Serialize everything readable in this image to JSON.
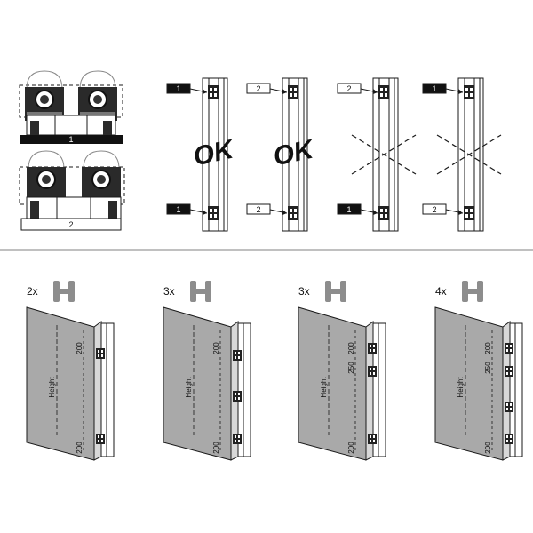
{
  "top": {
    "bar_labels": [
      "1",
      "2"
    ],
    "ok_text": "OK",
    "variants": [
      {
        "top_tag": "1",
        "bottom_tag": "1",
        "top_dark": true,
        "bottom_dark": true,
        "verdict": "ok"
      },
      {
        "top_tag": "2",
        "bottom_tag": "2",
        "top_dark": false,
        "bottom_dark": false,
        "verdict": "ok"
      },
      {
        "top_tag": "2",
        "bottom_tag": "1",
        "top_dark": false,
        "bottom_dark": true,
        "verdict": "wrong"
      },
      {
        "top_tag": "1",
        "bottom_tag": "2",
        "top_dark": true,
        "bottom_dark": false,
        "verdict": "wrong"
      }
    ]
  },
  "bottom": {
    "height_label": "Height",
    "doors": [
      {
        "count_label": "2x",
        "hinges": 2,
        "top_spacing": "200",
        "top_spacing_2": "",
        "bottom_spacing": "200"
      },
      {
        "count_label": "3x",
        "hinges": 3,
        "top_spacing": "200",
        "top_spacing_2": "",
        "bottom_spacing": "200"
      },
      {
        "count_label": "3x",
        "hinges": 3,
        "top_spacing": "200",
        "top_spacing_2": "250",
        "bottom_spacing": "200"
      },
      {
        "count_label": "4x",
        "hinges": 4,
        "top_spacing": "200",
        "top_spacing_2": "250",
        "bottom_spacing": "200"
      }
    ]
  },
  "colors": {
    "line": "#1a1a1a",
    "door_fill": "#a9a9a9",
    "door_edge": "#d8d8d8",
    "tag_dark": "#111111",
    "tag_light": "#ffffff",
    "hinge_icon": "#8d8d8d",
    "divider": "#9a9a9a"
  }
}
